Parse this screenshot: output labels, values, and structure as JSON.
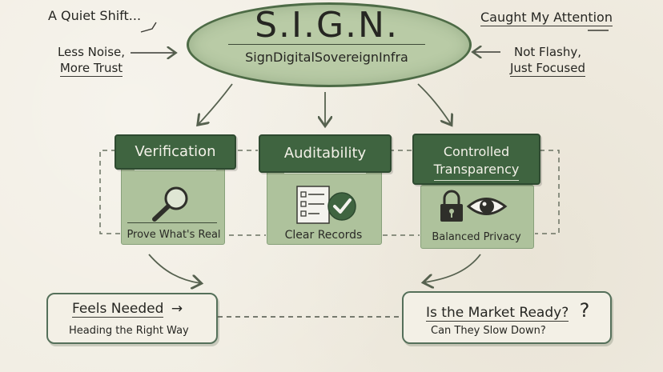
{
  "hub": {
    "title": "S.I.G.N.",
    "subtitle": "SignDigitalSovereignInfra"
  },
  "notes": {
    "top_left": "A Quiet Shift...",
    "left_line1": "Less Noise,",
    "left_line2": "More Trust",
    "top_right": "Caught My Attention",
    "right_line1": "Not Flashy,",
    "right_line2": "Just Focused"
  },
  "pillars": [
    {
      "title": "Verification",
      "caption": "Prove What's Real",
      "icon": "magnifying-glass-icon"
    },
    {
      "title": "Auditability",
      "caption": "Clear Records",
      "icon": "checklist-icon"
    },
    {
      "title_line1": "Controlled",
      "title_line2": "Transparency",
      "caption": "Balanced Privacy",
      "icon": "lock-eye-icon"
    }
  ],
  "bottom": {
    "left_title": "Feels Needed",
    "left_sub": "Heading the Right Way",
    "right_title": "Is the Market Ready?",
    "right_mark": "?",
    "right_sub": "Can They Slow Down?"
  },
  "colors": {
    "dark_green": "#3f6440",
    "light_green": "#aec29c",
    "hub_green": "#b9cba6",
    "paper": "#f1ede2"
  }
}
